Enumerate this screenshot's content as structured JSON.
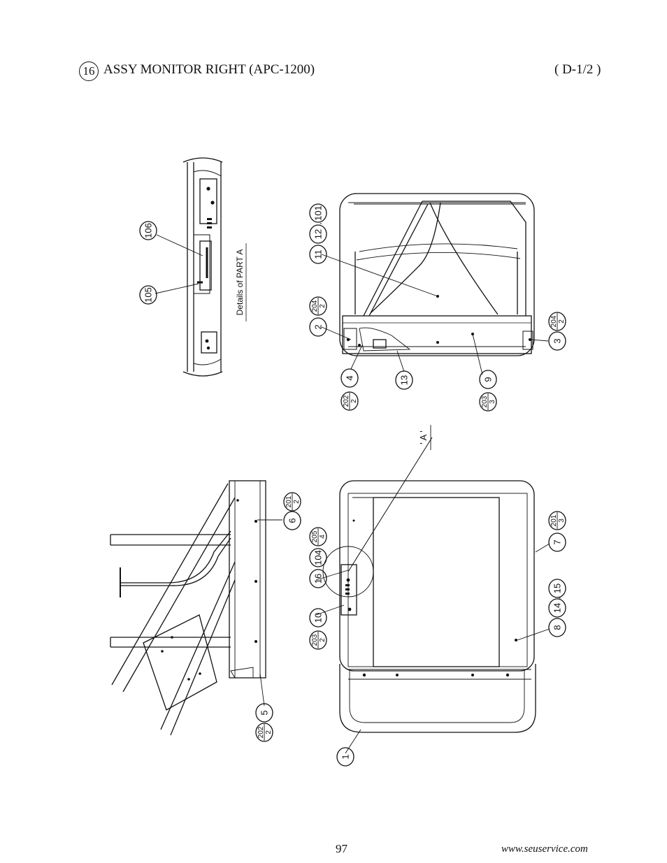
{
  "header": {
    "item_number": "16",
    "title": "ASSY MONITOR RIGHT (APC-1200)",
    "sheet_code": "( D-1/2 )"
  },
  "detail_caption": "Details of PART A",
  "callouts": {
    "c106": "106",
    "c105": "105",
    "c101": "101",
    "c12": "12",
    "c11": "11",
    "c2": "2",
    "c3": "3",
    "c4": "4",
    "c13": "13",
    "c9": "9",
    "c6": "6",
    "c5": "5",
    "c16": "16",
    "c104": "104",
    "c10": "10",
    "c7": "7",
    "c8": "8",
    "c14": "14",
    "c15": "15",
    "c1": "1"
  },
  "fractions": {
    "f204a": {
      "num": "204",
      "den": "2"
    },
    "f204b": {
      "num": "204",
      "den": "2"
    },
    "f202a": {
      "num": "202",
      "den": "2"
    },
    "f203a": {
      "num": "203",
      "den": "3"
    },
    "f201a": {
      "num": "201",
      "den": "2"
    },
    "f205": {
      "num": "205",
      "den": "4"
    },
    "f203b": {
      "num": "203",
      "den": "2"
    },
    "f201b": {
      "num": "201",
      "den": "3"
    },
    "f202b": {
      "num": "202",
      "den": "2"
    }
  },
  "part_a_label": "' A '",
  "footer": {
    "page_number": "97",
    "website": "www.seuservice.com"
  }
}
